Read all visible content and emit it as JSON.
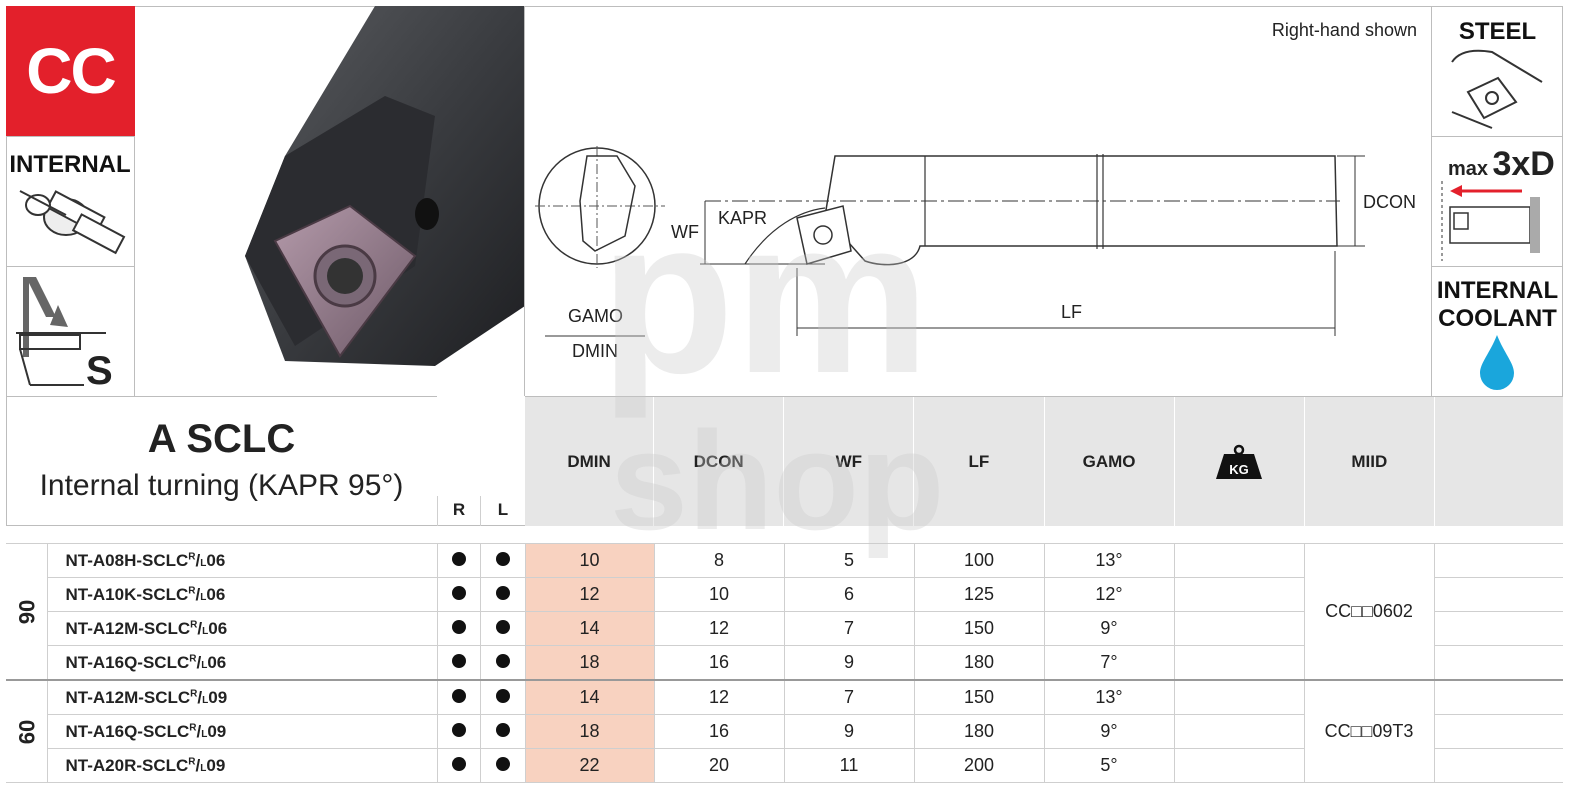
{
  "badge": "CC",
  "icons": {
    "internal": "INTERNAL",
    "steel": "STEEL",
    "depth_prefix": "max",
    "depth_value": "3xD",
    "coolant_line1": "INTERNAL",
    "coolant_line2": "COOLANT",
    "shape_letter": "S"
  },
  "diagram": {
    "note": "Right-hand shown",
    "labels": {
      "wf": "WF",
      "kapr": "KAPR",
      "dcon": "DCON",
      "lf": "LF",
      "gamo": "GAMO",
      "dmin": "DMIN"
    }
  },
  "product": {
    "code": "A SCLC",
    "description": "Internal turning (KAPR 95°)"
  },
  "table": {
    "hand_headers": [
      "R",
      "L"
    ],
    "columns": [
      "DMIN",
      "DCON",
      "WF",
      "LF",
      "GAMO",
      "KG",
      "MIID"
    ],
    "groups": [
      {
        "label": "06",
        "miid": "CC□□0602",
        "rows": [
          {
            "code": "NT-A08H-SCLC",
            "suffix": "06",
            "dmin": "10",
            "dcon": "8",
            "wf": "5",
            "lf": "100",
            "gamo": "13°"
          },
          {
            "code": "NT-A10K-SCLC",
            "suffix": "06",
            "dmin": "12",
            "dcon": "10",
            "wf": "6",
            "lf": "125",
            "gamo": "12°"
          },
          {
            "code": "NT-A12M-SCLC",
            "suffix": "06",
            "dmin": "14",
            "dcon": "12",
            "wf": "7",
            "lf": "150",
            "gamo": "9°"
          },
          {
            "code": "NT-A16Q-SCLC",
            "suffix": "06",
            "dmin": "18",
            "dcon": "16",
            "wf": "9",
            "lf": "180",
            "gamo": "7°"
          }
        ]
      },
      {
        "label": "09",
        "miid": "CC□□09T3",
        "rows": [
          {
            "code": "NT-A12M-SCLC",
            "suffix": "09",
            "dmin": "14",
            "dcon": "12",
            "wf": "7",
            "lf": "150",
            "gamo": "13°"
          },
          {
            "code": "NT-A16Q-SCLC",
            "suffix": "09",
            "dmin": "18",
            "dcon": "16",
            "wf": "9",
            "lf": "180",
            "gamo": "9°"
          },
          {
            "code": "NT-A20R-SCLC",
            "suffix": "09",
            "dmin": "22",
            "dcon": "20",
            "wf": "11",
            "lf": "200",
            "gamo": "5°"
          }
        ]
      }
    ],
    "hand_marks": {
      "r": "●",
      "l": "●"
    },
    "suffix_marks": {
      "r": "R",
      "l": "L"
    }
  },
  "watermark": {
    "line1": "pm",
    "line2": "shop"
  },
  "colors": {
    "badge_red": "#e3202b",
    "dmin_highlight": "#f8d2c0",
    "header_gray": "#e6e6e6",
    "coolant_blue": "#1aa6dc",
    "arrow_red": "#e3202b"
  }
}
